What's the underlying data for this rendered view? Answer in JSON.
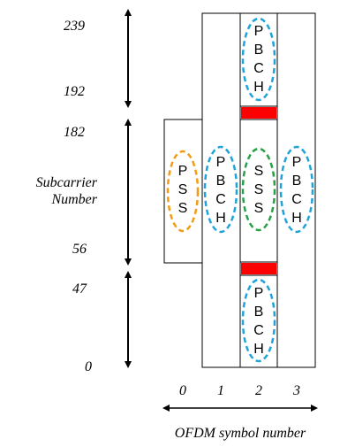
{
  "y_ticks": [
    {
      "label": "239",
      "value": 239
    },
    {
      "label": "192",
      "value": 192
    },
    {
      "label": "182",
      "value": 182
    },
    {
      "label": "56",
      "value": 56
    },
    {
      "label": "47",
      "value": 47
    },
    {
      "label": "0",
      "value": 0
    }
  ],
  "y_axis_label_line1": "Subcarrier",
  "y_axis_label_line2": "Number",
  "x_ticks": [
    "0",
    "1",
    "2",
    "3"
  ],
  "x_axis_label": "OFDM symbol number",
  "blocks": {
    "pss": {
      "label": "PSS",
      "letters": [
        "P",
        "S",
        "S"
      ],
      "symbol": 0,
      "color": "#f39c12"
    },
    "sss": {
      "label": "SSS",
      "letters": [
        "S",
        "S",
        "S"
      ],
      "symbol": 2,
      "color": "#27a047"
    },
    "pbch_label": "PBCH",
    "pbch_letters": [
      "P",
      "B",
      "C",
      "H"
    ],
    "pbch_color": "#1fa3d9",
    "dmrs_color": "#ff0000"
  }
}
